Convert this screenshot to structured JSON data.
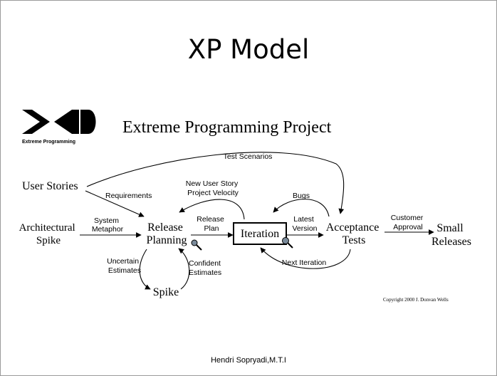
{
  "slide": {
    "title": "XP Model",
    "footer": "Hendri Sopryadi,M.T.I"
  },
  "logo": {
    "mark": "XP",
    "caption": "Extreme Programming"
  },
  "diagram": {
    "heading": "Extreme Programming Project",
    "nodes": {
      "user_stories": [
        "User Stories"
      ],
      "architectural_spike": [
        "Architectural",
        "Spike"
      ],
      "release_planning": [
        "Release",
        "Planning"
      ],
      "iteration": [
        "Iteration"
      ],
      "acceptance_tests": [
        "Acceptance",
        "Tests"
      ],
      "small_releases": [
        "Small",
        "Releases"
      ],
      "spike": [
        "Spike"
      ]
    },
    "edge_labels": {
      "test_scenarios": [
        "Test Scenarios"
      ],
      "requirements": [
        "Requirements"
      ],
      "new_user_story": [
        "New User Story",
        "Project Velocity"
      ],
      "system_metaphor": [
        "System",
        "Metaphor"
      ],
      "release_plan": [
        "Release",
        "Plan"
      ],
      "bugs": [
        "Bugs"
      ],
      "latest_version": [
        "Latest",
        "Version"
      ],
      "customer_approval": [
        "Customer",
        "Approval"
      ],
      "uncertain_estimates": [
        "Uncertain",
        "Estimates"
      ],
      "confident_estimates": [
        "Confident",
        "Estimates"
      ],
      "next_iteration": [
        "Next Iteration"
      ]
    },
    "copyright": "Copyright 2000 J. Donvan Wells"
  }
}
